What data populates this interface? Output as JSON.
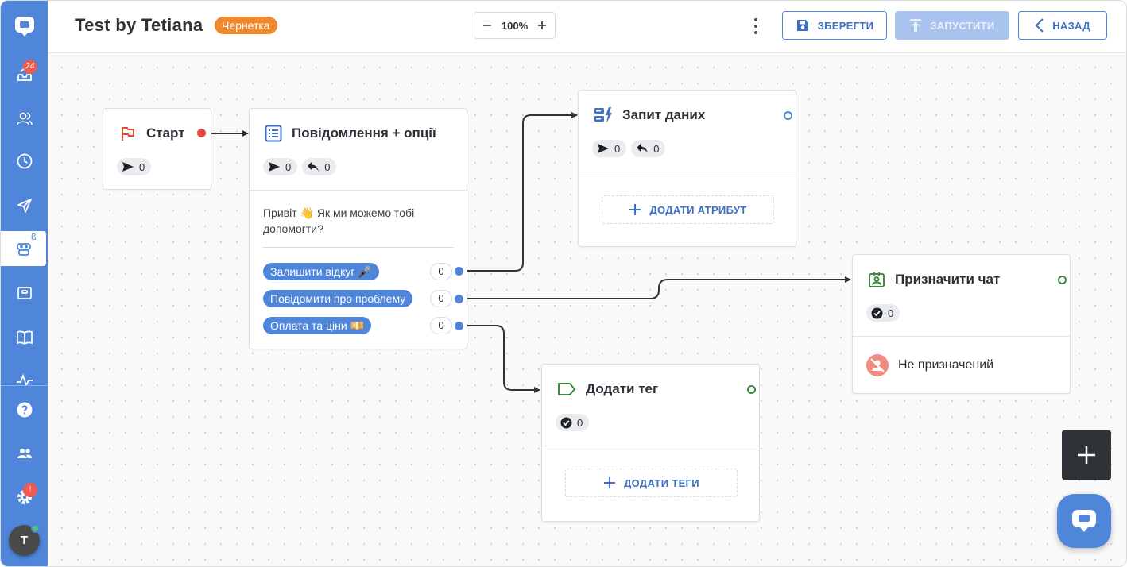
{
  "sidebar": {
    "inbox_badge": "24",
    "beta_label": "ß",
    "settings_badge": "!",
    "avatar_initial": "T",
    "items": [
      {
        "icon": "chat-logo-icon"
      },
      {
        "icon": "inbox-icon"
      },
      {
        "icon": "contacts-icon"
      },
      {
        "icon": "history-icon"
      },
      {
        "icon": "send-icon"
      },
      {
        "icon": "bot-icon"
      },
      {
        "icon": "widget-icon"
      },
      {
        "icon": "book-icon"
      },
      {
        "icon": "activity-icon"
      },
      {
        "icon": "help-icon"
      },
      {
        "icon": "team-icon"
      },
      {
        "icon": "settings-icon"
      }
    ]
  },
  "header": {
    "title": "Test by Tetiana",
    "status_badge": "Чернетка",
    "zoom_value": "100%",
    "save_label": "ЗБЕРЕГТИ",
    "run_label": "ЗАПУСТИТИ",
    "back_label": "НАЗАД"
  },
  "nodes": {
    "start": {
      "title": "Старт",
      "sent": "0"
    },
    "message": {
      "title": "Повідомлення + опції",
      "sent": "0",
      "replied": "0",
      "text": "Привіт 👋 Як ми можемо тобі допомогти?",
      "options": [
        {
          "label": "Залишити відкуг 🎤",
          "count": "0"
        },
        {
          "label": "Повідомити про проблему",
          "count": "0"
        },
        {
          "label": "Оплата та ціни 💴",
          "count": "0"
        }
      ]
    },
    "data_request": {
      "title": "Запит даних",
      "sent": "0",
      "replied": "0",
      "add_label": "ДОДАТИ АТРИБУТ"
    },
    "assign_chat": {
      "title": "Призначити чат",
      "done": "0",
      "assignee": "Не призначений"
    },
    "add_tag": {
      "title": "Додати тег",
      "done": "0",
      "add_label": "ДОДАТИ ТЕГИ"
    }
  },
  "colors": {
    "accent": "#4f86d9",
    "draft": "#f0882e",
    "start_port": "#e5483d",
    "assign_green": "#3d8a3f",
    "warning_red": "#f05a4e"
  }
}
